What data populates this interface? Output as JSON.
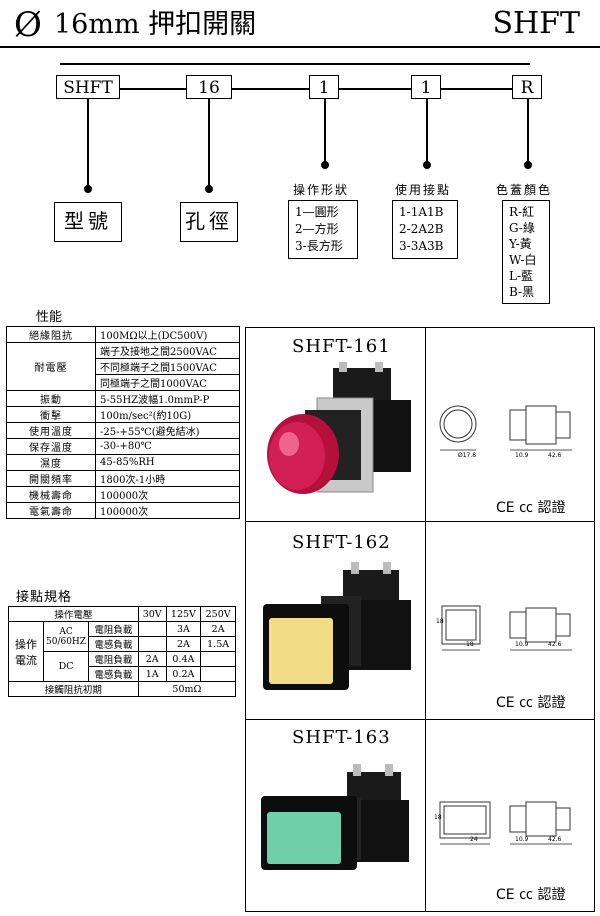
{
  "header": {
    "symbol": "Ø",
    "title": "16mm 押扣開關",
    "brand": "SHFT"
  },
  "code": {
    "parts": [
      "SHFT",
      "16",
      "1",
      "1",
      "R"
    ]
  },
  "bottom_labels": {
    "model": "型號",
    "hole": "孔徑"
  },
  "options": {
    "shape": {
      "title": "操作形狀",
      "items": [
        "1—圓形",
        "2—方形",
        "3-長方形"
      ]
    },
    "contacts": {
      "title": "使用接點",
      "items": [
        "1-1A1B",
        "2-2A2B",
        "3-3A3B"
      ]
    },
    "color": {
      "title": "色蓋顏色",
      "items": [
        "R-紅",
        "G-綠",
        "Y-黃",
        "W-白",
        "L-藍",
        "B-黑"
      ]
    }
  },
  "performance": {
    "title": "性能",
    "rows": [
      {
        "label": "絕緣阻抗",
        "value": "100MΩ以上(DC500V)"
      },
      {
        "label": "耐電壓",
        "value": "端子及接地之間2500VAC"
      },
      {
        "label": "",
        "value": "不同極端子之間1500VAC"
      },
      {
        "label": "",
        "value": "同極端子之間1000VAC"
      },
      {
        "label": "振動",
        "value": "5-55HZ波幅1.0mmP-P"
      },
      {
        "label": "衝擊",
        "value": "100m/sec²(約10G)"
      },
      {
        "label": "使用溫度",
        "value": "-25-+55℃(避免結冰)"
      },
      {
        "label": "保存溫度",
        "value": "-30-+80℃"
      },
      {
        "label": "濕度",
        "value": "45-85%RH"
      },
      {
        "label": "開關頻率",
        "value": "1800次-1小時"
      },
      {
        "label": "機械壽命",
        "value": "100000次"
      },
      {
        "label": "電氣壽命",
        "value": "100000次"
      }
    ]
  },
  "contact_specs": {
    "title": "接點規格",
    "header": {
      "col0": "操作電壓",
      "v1": "30V",
      "v2": "125V",
      "v3": "250V"
    },
    "group_label": "操作電流",
    "ac": "AC 50/60HZ",
    "dc": "DC",
    "res_load": "電阻負載",
    "ind_load": "電感負載",
    "ac_res": [
      "",
      "3A",
      "2A"
    ],
    "ac_ind": [
      "",
      "2A",
      "1.5A"
    ],
    "dc_res": [
      "2A",
      "0.4A",
      ""
    ],
    "dc_ind": [
      "1A",
      "0.2A",
      ""
    ],
    "resistance_label": "接觸阻抗初期",
    "resistance_value": "50mΩ"
  },
  "products": [
    {
      "model": "SHFT-161",
      "cap_color": "#d21f55",
      "dims": [
        "Ø17.8",
        "10.9",
        "42.6"
      ],
      "cert": "CE ㏄ 認證"
    },
    {
      "model": "SHFT-162",
      "cap_color": "#f2dc86",
      "dims": [
        "18",
        "18",
        "10.9",
        "42.6"
      ],
      "cert": "CE ㏄ 認證"
    },
    {
      "model": "SHFT-163",
      "cap_color": "#6fcfa8",
      "dims": [
        "18",
        "24",
        "10.9",
        "42.6"
      ],
      "cert": "CE ㏄ 認證"
    }
  ]
}
